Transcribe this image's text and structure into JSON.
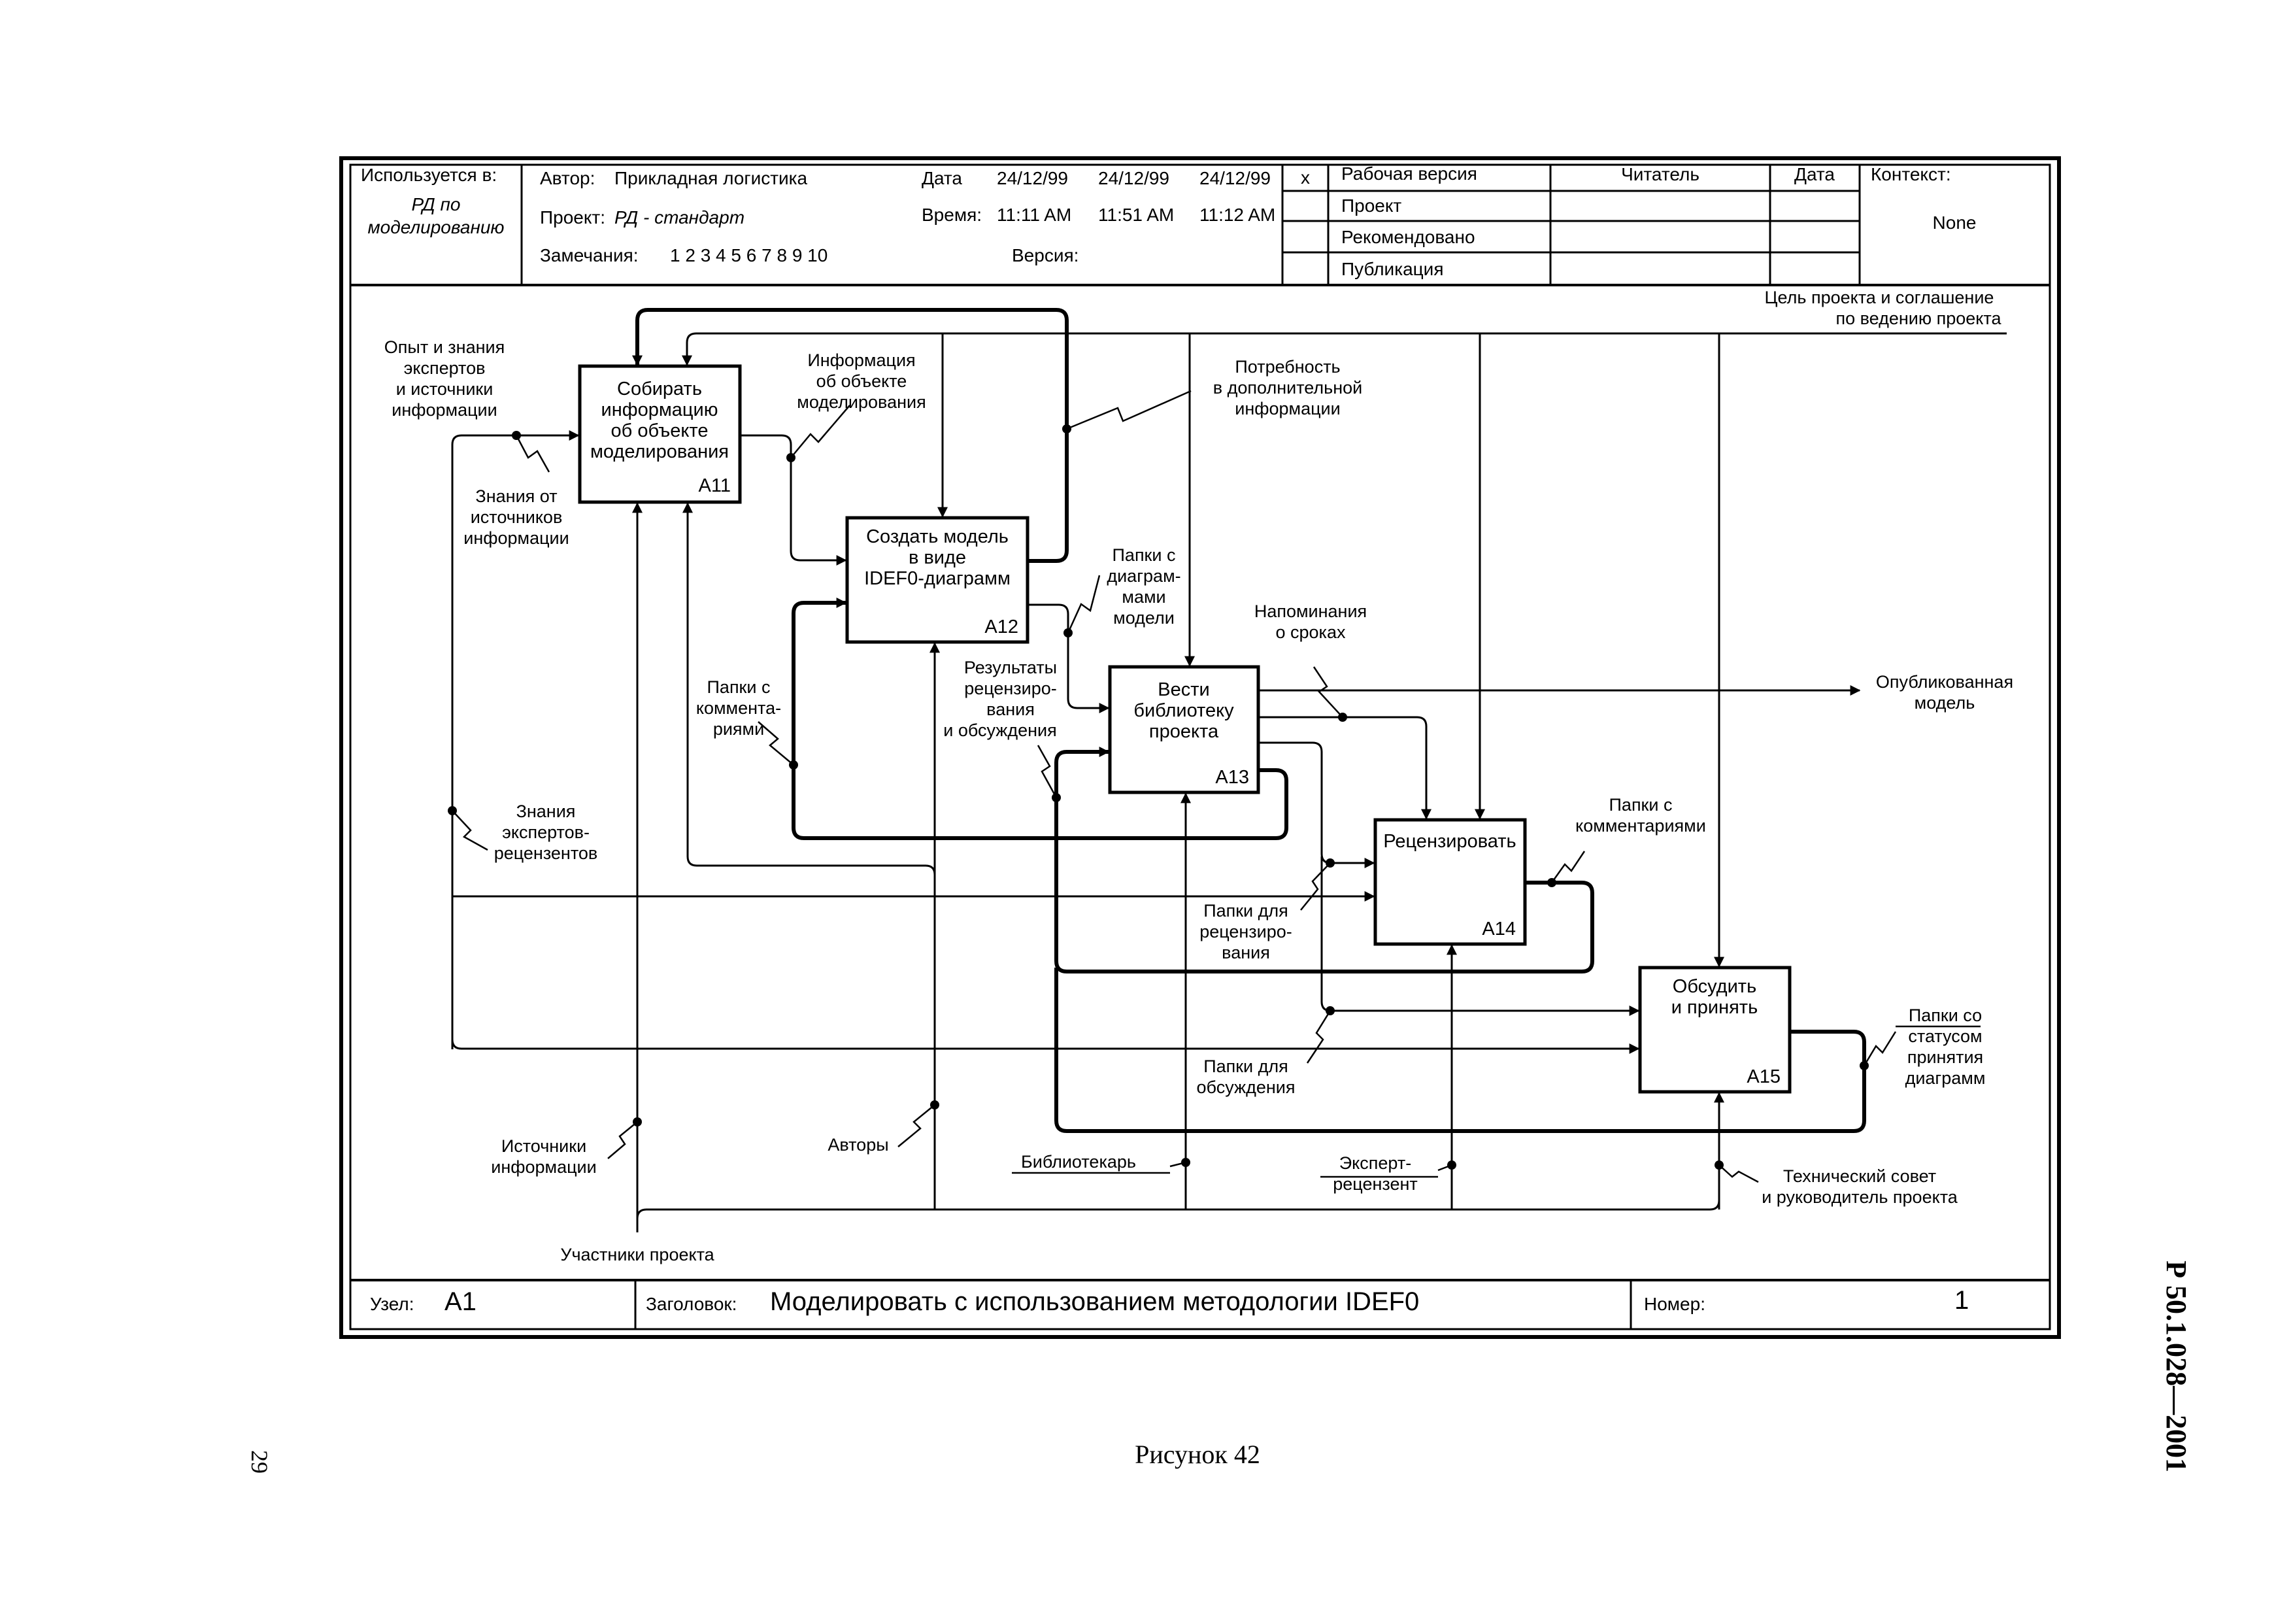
{
  "header": {
    "used_in_label": "Используется в:",
    "used_in_value_1": "РД по",
    "used_in_value_2": "моделированию",
    "author_label": "Автор:",
    "author_value": "Прикладная  логистика",
    "project_label": "Проект:",
    "project_value": "РД - стандарт",
    "notes_label": "Замечания:",
    "notes_value": "1  2  3  4  5  6  7  8  9  10",
    "date_label": "Дата",
    "dates": [
      "24/12/99",
      "24/12/99",
      "24/12/99"
    ],
    "time_label": "Время:",
    "times": [
      "11:11 AM",
      "11:51 AM",
      "11:12 AM"
    ],
    "version_label": "Версия:",
    "status_mark": "x",
    "statuses": [
      "Рабочая версия",
      "Проект",
      "Рекомендовано",
      "Публикация"
    ],
    "reader_label": "Читатель",
    "reader_date_label": "Дата",
    "context_label": "Контекст:",
    "context_value": "None"
  },
  "footer": {
    "node_label": "Узел:",
    "node_value": "A1",
    "title_label": "Заголовок:",
    "title_value": "Моделировать  с использованием методологии IDEF0",
    "number_label": "Номер:",
    "number_value": "1"
  },
  "boxes": [
    {
      "id": "A11",
      "lines": [
        "Собирать",
        "информацию",
        "об объекте",
        "моделирования"
      ]
    },
    {
      "id": "A12",
      "lines": [
        "Создать модель",
        "в виде",
        "IDEF0-диаграмм"
      ]
    },
    {
      "id": "A13",
      "lines": [
        "Вести",
        "библиотеку",
        "проекта"
      ]
    },
    {
      "id": "A14",
      "lines": [
        "Рецензировать"
      ]
    },
    {
      "id": "A15",
      "lines": [
        "Обсудить",
        "и принять"
      ]
    }
  ],
  "labels": {
    "experience": [
      "Опыт и знания",
      "экспертов",
      "и источники",
      "информации"
    ],
    "source_knowledge": [
      "Знания от",
      "источников",
      "информации"
    ],
    "object_info": [
      "Информация",
      "об объекте",
      "моделирования"
    ],
    "need_info": [
      "Потребность",
      "в дополнительной",
      "информации"
    ],
    "goal": [
      "Цель проекта и соглашение",
      "по ведению проекта"
    ],
    "diagram_folders": [
      "Папки с",
      "диаграм-",
      "мами",
      "модели"
    ],
    "deadline": [
      "Напоминания",
      "о сроках"
    ],
    "published": [
      "Опубликованная",
      "модель"
    ],
    "review_results": [
      "Результаты",
      "рецензиро-",
      "вания",
      "и обсуждения"
    ],
    "comment_folders_left": [
      "Папки с",
      "коммента-",
      "риями"
    ],
    "reviewer_knowledge": [
      "Знания",
      "экспертов-",
      "рецензентов"
    ],
    "comment_folders_right": [
      "Папки с",
      "комментариями"
    ],
    "review_folders": [
      "Папки для",
      "рецензиро-",
      "вания"
    ],
    "discussion_folders": [
      "Папки для",
      "обсуждения"
    ],
    "status_folders": [
      "Папки со",
      "статусом",
      "принятия",
      "диаграмм"
    ],
    "info_sources": [
      "Источники",
      "информации"
    ],
    "authors": [
      "Авторы"
    ],
    "librarian": [
      "Библиотекарь"
    ],
    "expert_reviewer": [
      "Эксперт-",
      "рецензент"
    ],
    "tech_council": [
      "Технический совет",
      "и руководитель проекта"
    ],
    "participants": [
      "Участники проекта"
    ]
  },
  "page": {
    "side_code": "Р 50.1.028—2001",
    "page_number": "29",
    "caption": "Рисунок 42"
  }
}
